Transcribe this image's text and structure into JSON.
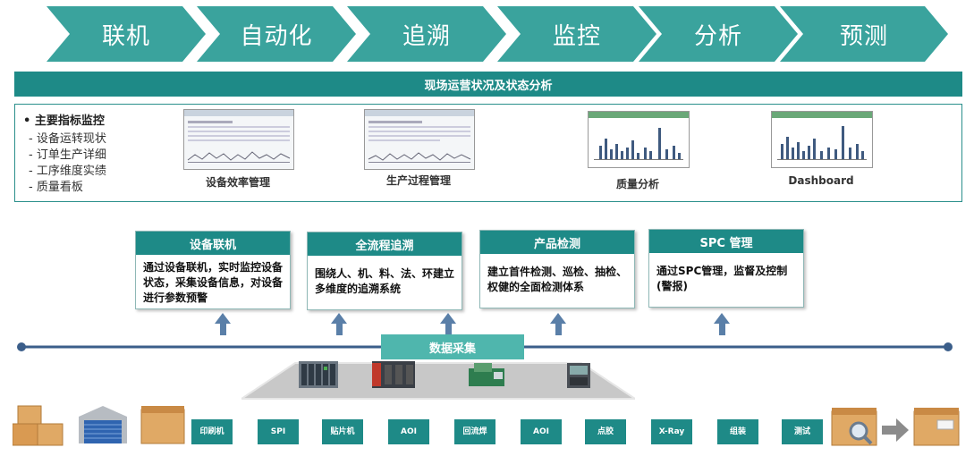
{
  "stages": [
    "联机",
    "自动化",
    "追溯",
    "监控",
    "分析",
    "预测"
  ],
  "banner": "现场运营状况及状态分析",
  "kpi": {
    "title": "• 主要指标监控",
    "items": [
      "- 设备运转现状",
      "- 订单生产详细",
      "- 工序维度实绩",
      "- 质量看板"
    ]
  },
  "screens": [
    "设备效率管理",
    "生产过程管理",
    "质量分析",
    "Dashboard"
  ],
  "cards": [
    {
      "title": "设备联机",
      "body": "通过设备联机，实时监控设备状态，采集设备信息，对设备进行参数预警"
    },
    {
      "title": "全流程追溯",
      "body": "围绕人、机、料、法、环建立多维度的追溯系统"
    },
    {
      "title": "产品检测",
      "body": "建立首件检测、巡检、抽检、权健的全面检测体系"
    },
    {
      "title": "SPC 管理",
      "body": "通过SPC管理，监督及控制 (警报)"
    }
  ],
  "collect": "数据采集",
  "process": [
    "印刷机",
    "SPI",
    "贴片机",
    "AOI",
    "回流焊",
    "AOI",
    "点胶",
    "X-Ray",
    "组装",
    "测试"
  ],
  "colors": {
    "teal": "#1e8a87",
    "chevron": "#3aa39d",
    "arrow": "#5a7fa8",
    "collect": "#4fb6ad"
  }
}
